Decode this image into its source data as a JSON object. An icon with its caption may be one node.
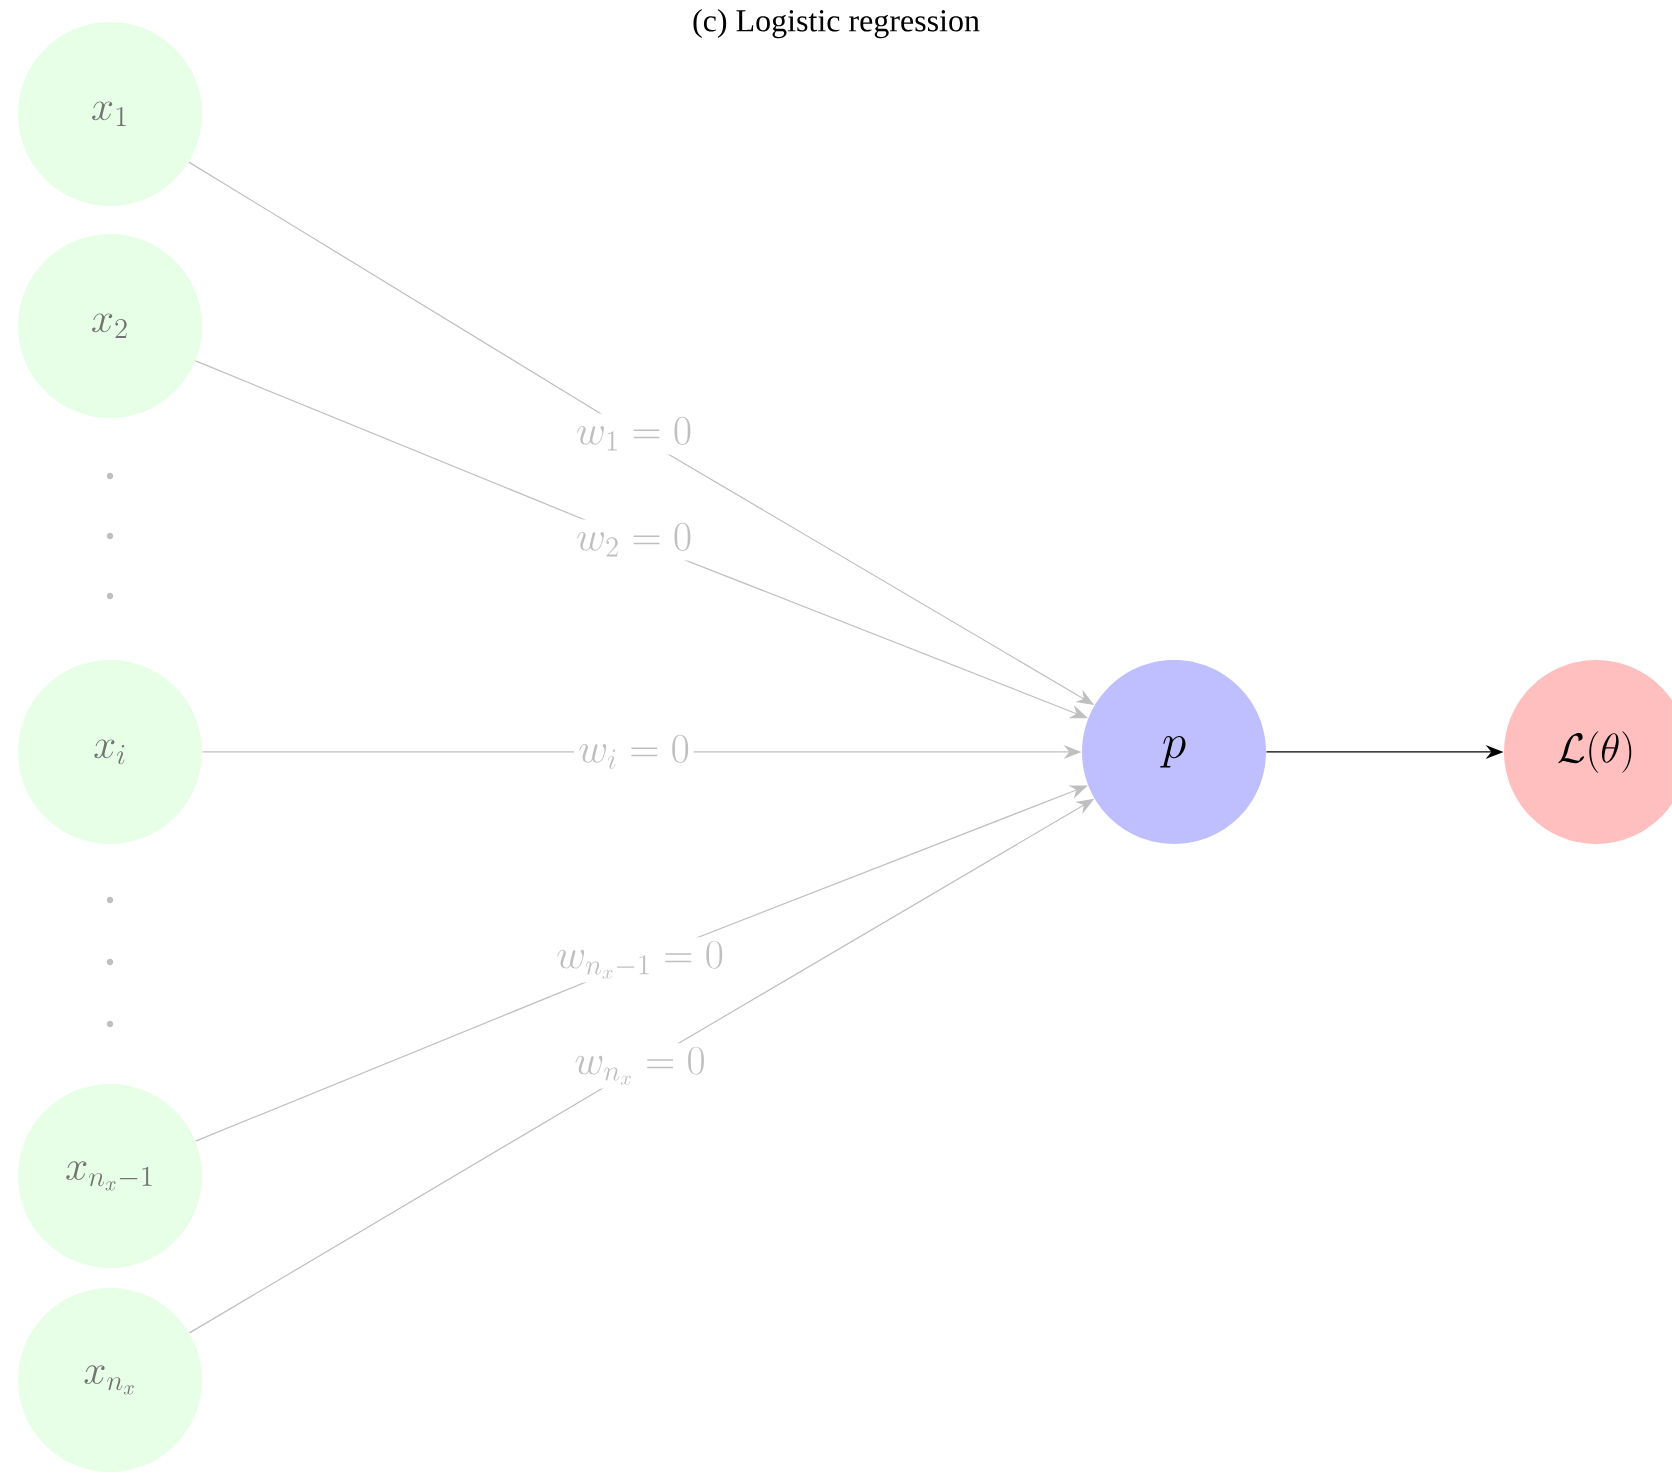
{
  "diagram": {
    "title": "(c) Logistic regression",
    "nodes": [
      {
        "text": [
          "x_1"
        ]
      },
      {
        "text": [
          "x_2"
        ]
      },
      {
        "text": [
          "x_i"
        ]
      },
      {
        "text": [
          "x_{n_x-1}"
        ]
      },
      {
        "text": [
          "x_{n_x}"
        ]
      },
      {
        "text": [
          "p"
        ]
      },
      {
        "text": [
          "\\mathcal{L}(\\theta)"
        ]
      }
    ],
    "edges": [
      {
        "from": 0,
        "to": 5,
        "arrow": "to",
        "label": "w_1 = 0"
      },
      {
        "from": 1,
        "to": 5,
        "arrow": "to",
        "label": "w_2 = 0"
      },
      {
        "from": 2,
        "to": 5,
        "arrow": "to",
        "label": "w_i = 0"
      },
      {
        "from": 3,
        "to": 5,
        "arrow": "to",
        "label": "w_{n_x-1} = 0"
      },
      {
        "from": 4,
        "to": 5,
        "arrow": "to",
        "label": "w_{n_x} = 0"
      },
      {
        "from": 5,
        "to": 6,
        "arrow": "to",
        "color": "#000000"
      }
    ]
  }
}
